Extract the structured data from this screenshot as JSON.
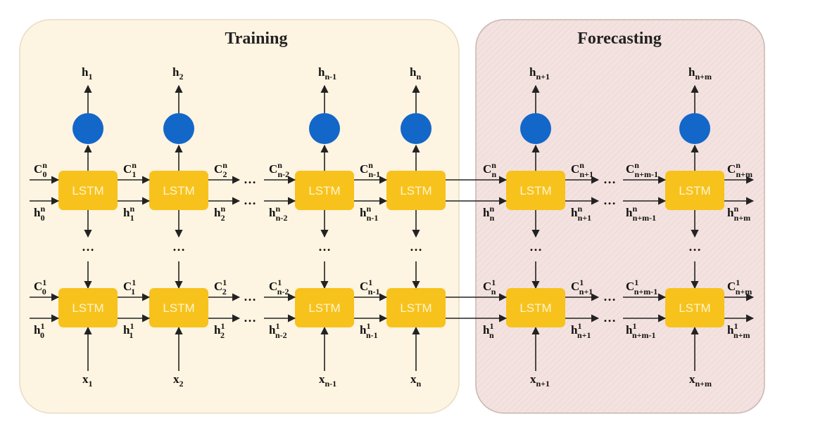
{
  "panels": {
    "training": {
      "title": "Training"
    },
    "forecasting": {
      "title": "Forecasting"
    }
  },
  "colors": {
    "training_bg": "#fdf4e1",
    "forecasting_bg": "#f3e2df",
    "lstm_fill": "#f7c21c",
    "output_node": "#1267c9",
    "arrow": "#222222"
  },
  "block_label": "LSTM",
  "ellipsis": "…",
  "vertical_ellipsis": "…",
  "columns": [
    {
      "id": "t1",
      "output": {
        "base": "h",
        "sub": "1"
      },
      "input": {
        "base": "x",
        "sub": "1"
      },
      "top_right": {
        "c": {
          "sub": "1",
          "sup": "n"
        },
        "h": {
          "sub": "1",
          "sup": "n"
        }
      },
      "bot_right": {
        "c": {
          "sub": "1",
          "sup": "1"
        },
        "h": {
          "sub": "1",
          "sup": "1"
        }
      }
    },
    {
      "id": "t2",
      "output": {
        "base": "h",
        "sub": "2"
      },
      "input": {
        "base": "x",
        "sub": "2"
      },
      "top_right": {
        "c": {
          "sub": "2",
          "sup": "n"
        },
        "h": {
          "sub": "2",
          "sup": "n"
        }
      },
      "bot_right": {
        "c": {
          "sub": "2",
          "sup": "1"
        },
        "h": {
          "sub": "2",
          "sup": "1"
        }
      }
    },
    {
      "id": "tn1",
      "output": {
        "base": "h",
        "sub": "n-1"
      },
      "input": {
        "base": "x",
        "sub": "n-1"
      },
      "top_right": {
        "c": {
          "sub": "n-1",
          "sup": "n"
        },
        "h": {
          "sub": "n-1",
          "sup": "n"
        }
      },
      "bot_right": {
        "c": {
          "sub": "n-1",
          "sup": "1"
        },
        "h": {
          "sub": "n-1",
          "sup": "1"
        }
      }
    },
    {
      "id": "tn",
      "output": {
        "base": "h",
        "sub": "n"
      },
      "input": {
        "base": "x",
        "sub": "n"
      },
      "top_right": null,
      "bot_right": null
    },
    {
      "id": "f1",
      "output": {
        "base": "h",
        "sub": "n+1"
      },
      "input": {
        "base": "x",
        "sub": "n+1"
      },
      "top_right": {
        "c": {
          "sub": "n+1",
          "sup": "n"
        },
        "h": {
          "sub": "n+1",
          "sup": "n"
        }
      },
      "bot_right": {
        "c": {
          "sub": "n+1",
          "sup": "1"
        },
        "h": {
          "sub": "n+1",
          "sup": "1"
        }
      }
    },
    {
      "id": "fm",
      "output": {
        "base": "h",
        "sub": "n+m"
      },
      "input": {
        "base": "x",
        "sub": "n+m"
      },
      "top_right": {
        "c": {
          "sub": "n+m",
          "sup": "n"
        },
        "h": {
          "sub": "n+m",
          "sup": "n"
        }
      },
      "bot_right": {
        "c": {
          "sub": "n+m",
          "sup": "1"
        },
        "h": {
          "sub": "n+m",
          "sup": "1"
        }
      }
    }
  ],
  "left_labels": {
    "top": {
      "c": {
        "sub": "0",
        "sup": "n"
      },
      "h": {
        "sub": "0",
        "sup": "n"
      }
    },
    "bottom": {
      "c": {
        "sub": "0",
        "sup": "1"
      },
      "h": {
        "sub": "0",
        "sup": "1"
      }
    }
  },
  "gap_labels": {
    "before_tn1_top": {
      "c": {
        "sub": "n-2",
        "sup": "n"
      },
      "h": {
        "sub": "n-2",
        "sup": "n"
      }
    },
    "before_tn1_bot": {
      "c": {
        "sub": "n-2",
        "sup": "1"
      },
      "h": {
        "sub": "n-2",
        "sup": "1"
      }
    },
    "before_f1_top": {
      "c": {
        "sub": "n",
        "sup": "n"
      },
      "h": {
        "sub": "n",
        "sup": "n"
      }
    },
    "before_f1_bot": {
      "c": {
        "sub": "n",
        "sup": "1"
      },
      "h": {
        "sub": "n",
        "sup": "1"
      }
    },
    "before_fm_top": {
      "c": {
        "sub": "n+m-1",
        "sup": "n"
      },
      "h": {
        "sub": "n+m-1",
        "sup": "n"
      }
    },
    "before_fm_bot": {
      "c": {
        "sub": "n+m-1",
        "sup": "1"
      },
      "h": {
        "sub": "n+m-1",
        "sup": "1"
      }
    }
  }
}
